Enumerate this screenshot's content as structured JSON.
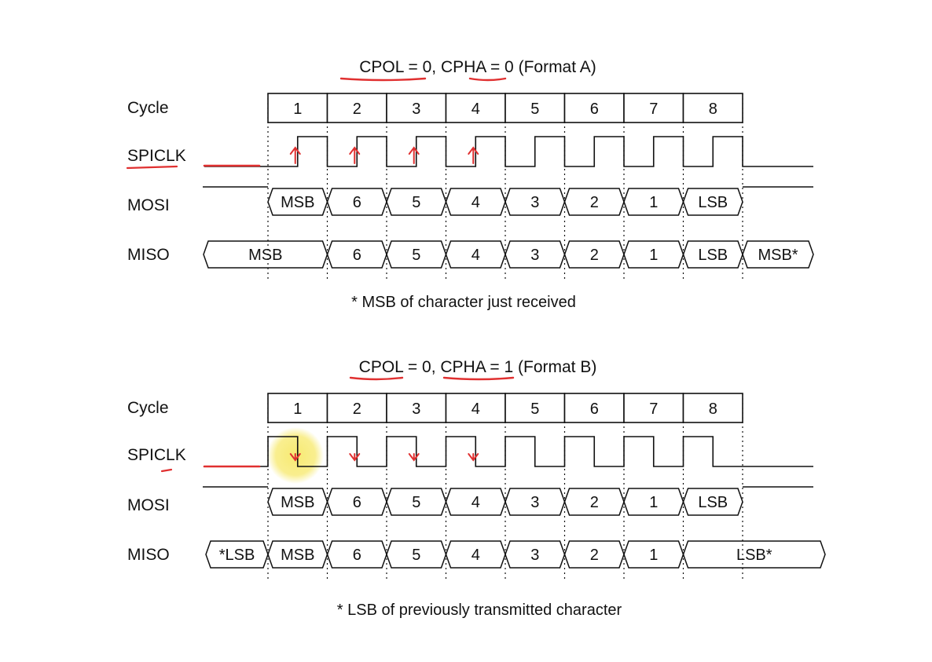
{
  "colors": {
    "ink": "#111111",
    "annotation": "#e03030",
    "highlight": "#f7e96a"
  },
  "panels": [
    {
      "title": "CPOL = 0, CPHA = 0 (Format A)",
      "row_labels": {
        "cycle": "Cycle",
        "clock": "SPICLK",
        "mosi": "MOSI",
        "miso": "MISO"
      },
      "cycles": [
        "1",
        "2",
        "3",
        "4",
        "5",
        "6",
        "7",
        "8"
      ],
      "mosi": [
        "MSB",
        "6",
        "5",
        "4",
        "3",
        "2",
        "1",
        "LSB"
      ],
      "miso": [
        "MSB",
        "6",
        "5",
        "4",
        "3",
        "2",
        "1",
        "LSB",
        "MSB*"
      ],
      "footnote": "* MSB of character just received",
      "edge_marks": "rising-arrow"
    },
    {
      "title": "CPOL = 0, CPHA = 1 (Format B)",
      "row_labels": {
        "cycle": "Cycle",
        "clock": "SPICLK",
        "mosi": "MOSI",
        "miso": "MISO"
      },
      "cycles": [
        "1",
        "2",
        "3",
        "4",
        "5",
        "6",
        "7",
        "8"
      ],
      "mosi": [
        "MSB",
        "6",
        "5",
        "4",
        "3",
        "2",
        "1",
        "LSB"
      ],
      "miso": [
        "*LSB",
        "MSB",
        "6",
        "5",
        "4",
        "3",
        "2",
        "1",
        "LSB*"
      ],
      "footnote": "* LSB of previously transmitted character",
      "edge_marks": "falling-arrow"
    }
  ]
}
